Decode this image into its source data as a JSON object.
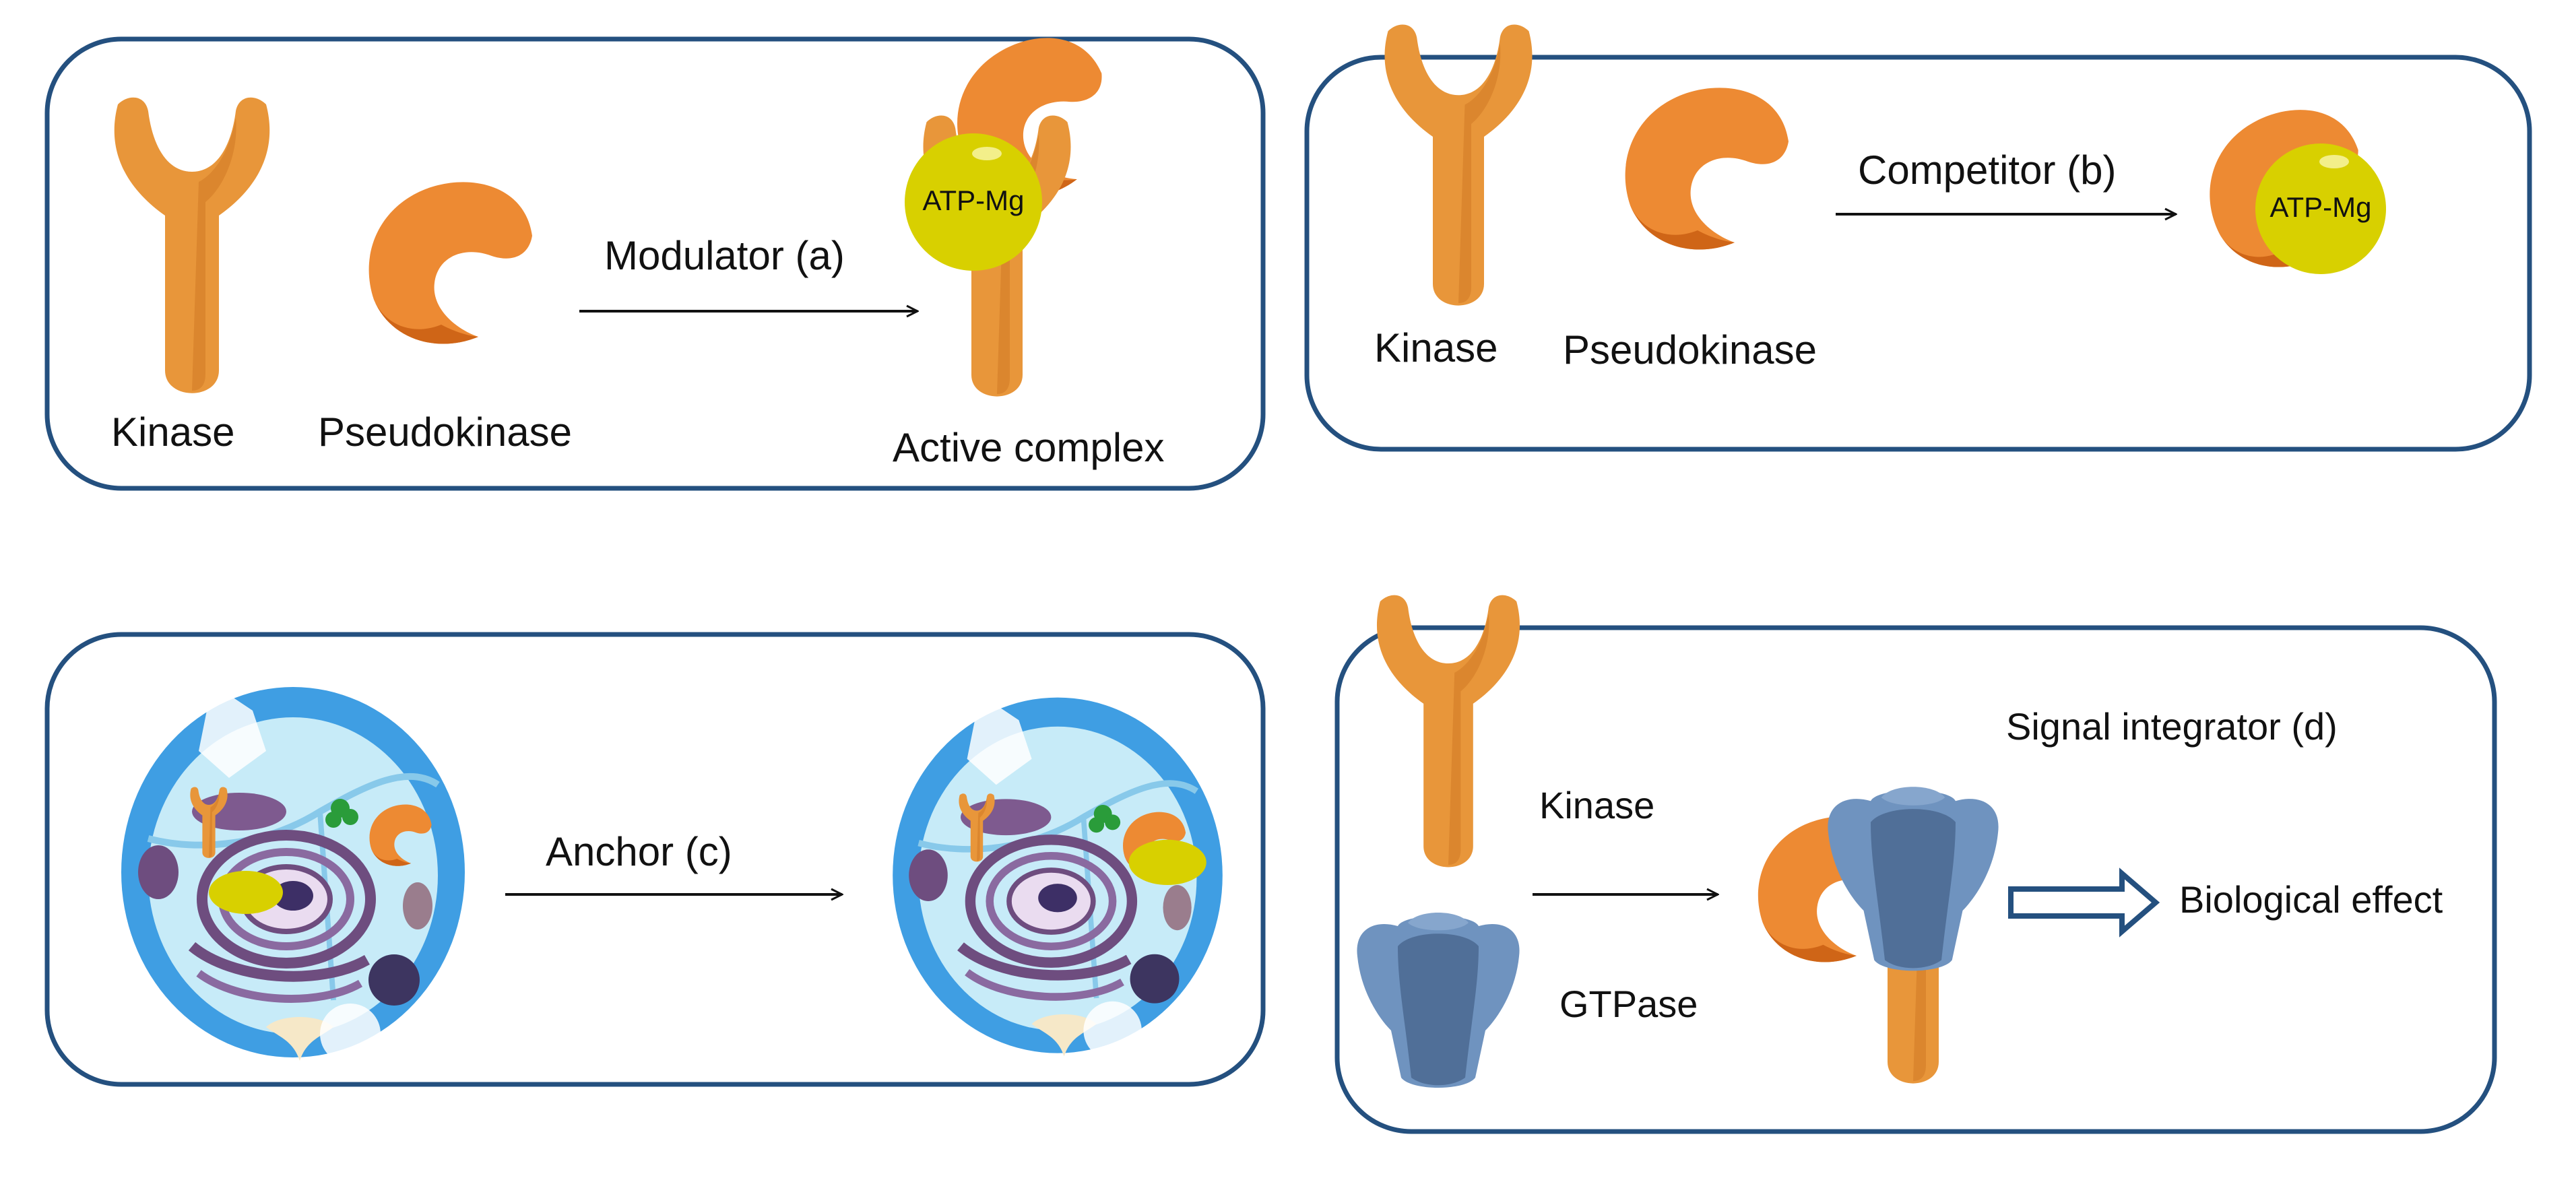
{
  "colors": {
    "panel_border": "#24507f",
    "kinase": "#e8963a",
    "kinase_dark": "#d07a25",
    "pseudokinase": "#ed8a33",
    "pseudokinase_dark": "#cf6517",
    "atp_mg": "#d8d000",
    "gtpase": "#6f93bf",
    "gtpase_dark": "#506f98",
    "cell_membrane": "#3f9ee3",
    "cell_cytoplasm": "#c7ebf8",
    "organelle_purple": "#6e4d7f",
    "arrow": "#111111",
    "hollow_arrow": "#24507f"
  },
  "panel_a": {
    "kinase_label": "Kinase",
    "pseudokinase_label": "Pseudokinase",
    "arrow_label": "Modulator (a)",
    "atp_label": "ATP-Mg",
    "result_label": "Active complex"
  },
  "panel_b": {
    "kinase_label": "Kinase",
    "pseudokinase_label": "Pseudokinase",
    "arrow_label": "Competitor (b)",
    "atp_label": "ATP-Mg"
  },
  "panel_c": {
    "arrow_label": "Anchor (c)"
  },
  "panel_d": {
    "title": "Signal integrator (d)",
    "kinase_label": "Kinase",
    "gtpase_label": "GTPase",
    "effect_label": "Biological effect"
  },
  "icons": [
    "kinase-icon",
    "pseudokinase-icon",
    "atp-mg-icon",
    "gtpase-icon",
    "cell-icon",
    "arrow-icon",
    "hollow-arrow-icon"
  ]
}
